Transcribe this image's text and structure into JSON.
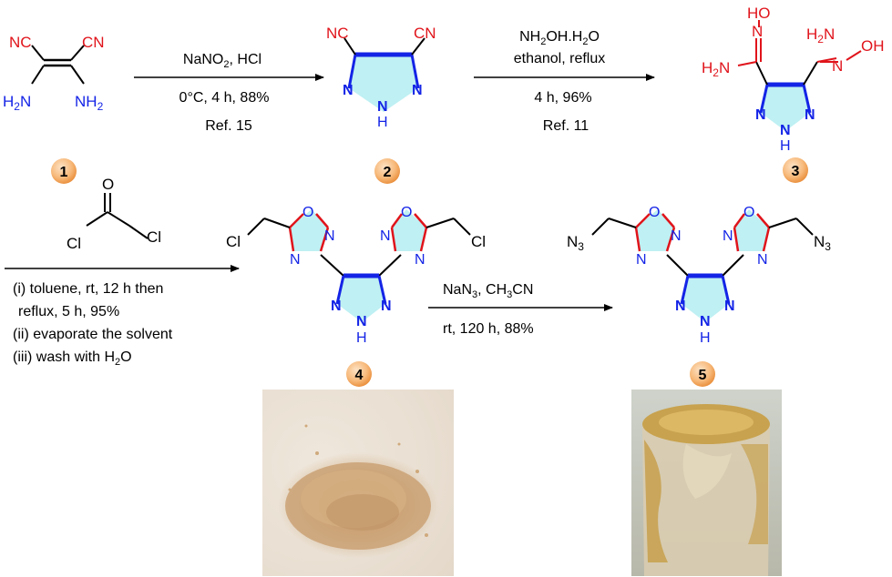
{
  "compound_numbers": {
    "c1": "1",
    "c2": "2",
    "c3": "3",
    "c4": "4",
    "c5": "5"
  },
  "atoms": {
    "nc": "NC",
    "cn": "CN",
    "h2n": "H",
    "nh2": "NH",
    "sub2": "2",
    "n": "N",
    "h": "H",
    "ho": "HO",
    "oh": "OH",
    "o": "O",
    "cl": "Cl",
    "n3": "N",
    "sub3": "3"
  },
  "step1": {
    "line1a": "NaNO",
    "line1sub": "2",
    "line1b": ", HCl",
    "line2": "0°C, 4 h, 88%",
    "line3": "Ref. 15"
  },
  "step2": {
    "line1a": "NH",
    "line1sub": "2",
    "line1b": "OH.H",
    "line1sub2": "2",
    "line1c": "O",
    "line2": "ethanol, reflux",
    "line3": "4 h, 96%",
    "line4": "Ref. 11"
  },
  "step3": {
    "reagent_cl_left": "Cl",
    "reagent_o": "O",
    "reagent_cl_right": "Cl",
    "cond1": "(i) toluene, rt, 12 h then",
    "cond2": "reflux, 5 h, 95%",
    "cond3": "(ii)  evaporate the solvent",
    "cond4a": "(iii) wash with H",
    "cond4sub": "2",
    "cond4b": "O"
  },
  "step4": {
    "line1a": "NaN",
    "line1sub": "3",
    "line1b": ", CH",
    "line1sub2": "3",
    "line1c": "CN",
    "line2": "rt, 120 h, 88%"
  },
  "colors": {
    "red": "#e0141b",
    "blue": "#1424e6",
    "ring_fill": "#bff0f3",
    "badge": "#f7b97a",
    "badge_dark": "#e88a35"
  },
  "photos": {
    "photo4": "powder-photo",
    "photo5": "viscous-liquid-photo"
  }
}
